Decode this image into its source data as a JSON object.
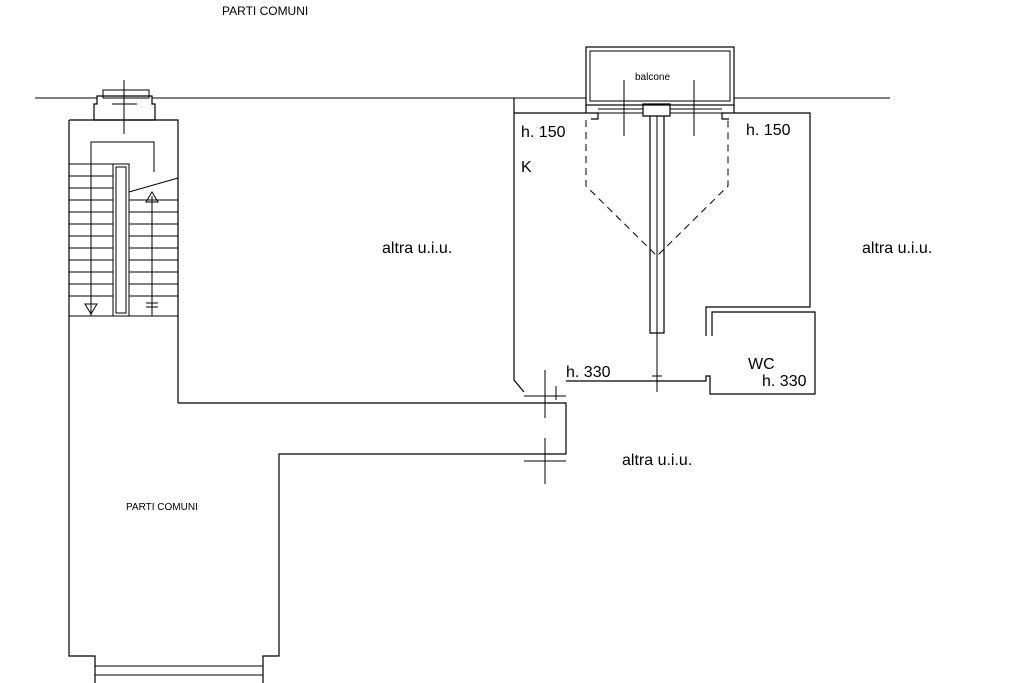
{
  "labels": {
    "top_common": "PARTI COMUNI",
    "bottom_common": "PARTI COMUNI",
    "balcony": "balcone",
    "unit_center": "altra u.i.u.",
    "unit_right": "altra u.i.u.",
    "unit_bottom": "altra u.i.u.",
    "height_kitchen_left": "h. 150",
    "height_kitchen_right": "h. 150",
    "kitchen": "K",
    "height_hall": "h. 330",
    "wc": "WC",
    "height_wc": "h. 330"
  }
}
